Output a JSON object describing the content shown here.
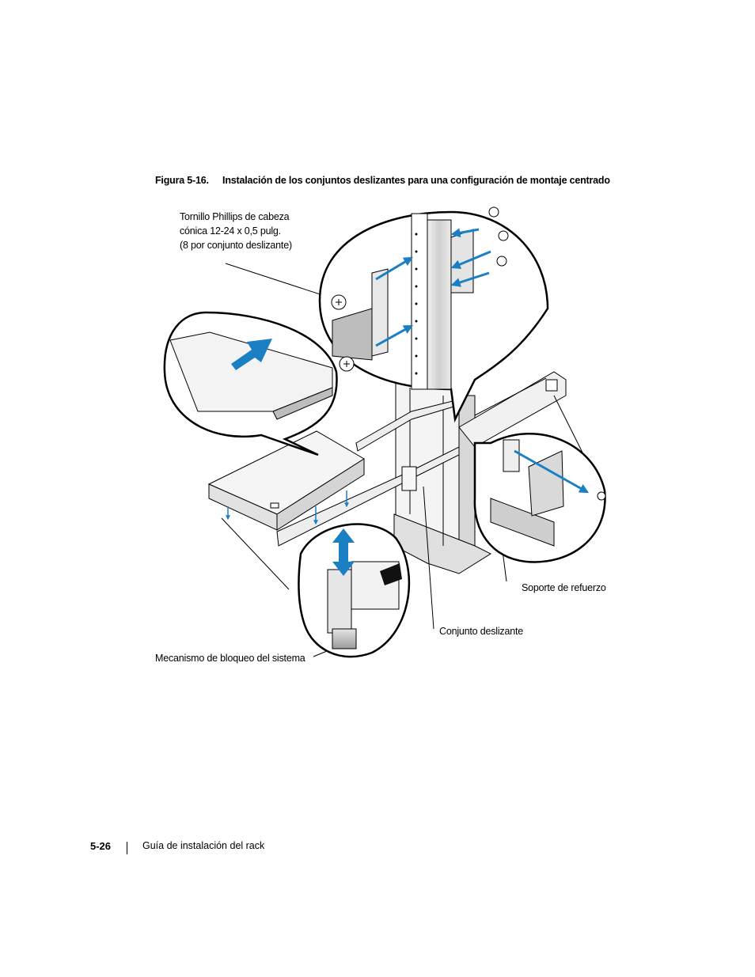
{
  "caption": {
    "number": "Figura 5-16.",
    "title": "Instalación de los conjuntos deslizantes para una configuración de montaje centrado"
  },
  "callouts": {
    "screw_line1": "Tornillo Phillips de cabeza",
    "screw_line2": "cónica 12-24 x 0,5 pulg.",
    "screw_line3": "(8 por conjunto deslizante)",
    "bracket": "Soporte de refuerzo",
    "slide_assembly": "Conjunto deslizante",
    "lock_mechanism": "Mecanismo de bloqueo del sistema"
  },
  "footer": {
    "page_number": "5-26",
    "doc_title": "Guía de instalación del rack"
  },
  "colors": {
    "arrow_blue": "#1b7fc4",
    "line": "#000000",
    "shade": "#cfcfcf"
  }
}
